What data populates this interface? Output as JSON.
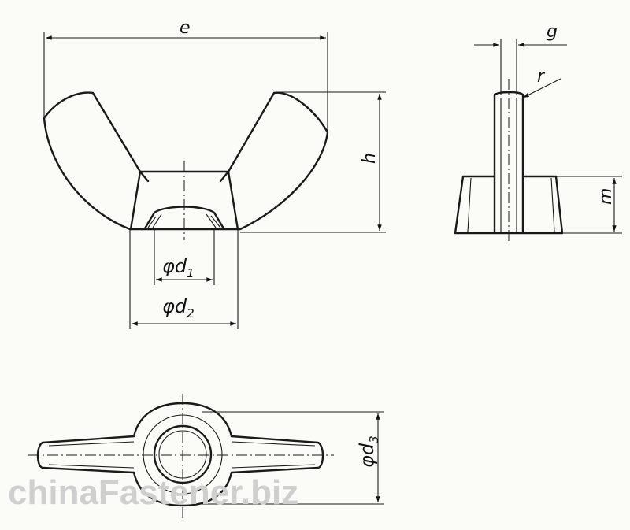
{
  "labels": {
    "e": "e",
    "h": "h",
    "g": "g",
    "r": "r",
    "m": "m",
    "d1_base": "φd",
    "d1_sub": "1",
    "d2_base": "φd",
    "d2_sub": "2",
    "d3_base": "φd",
    "d3_sub": "3"
  },
  "watermark": "chinaFastener.biz"
}
